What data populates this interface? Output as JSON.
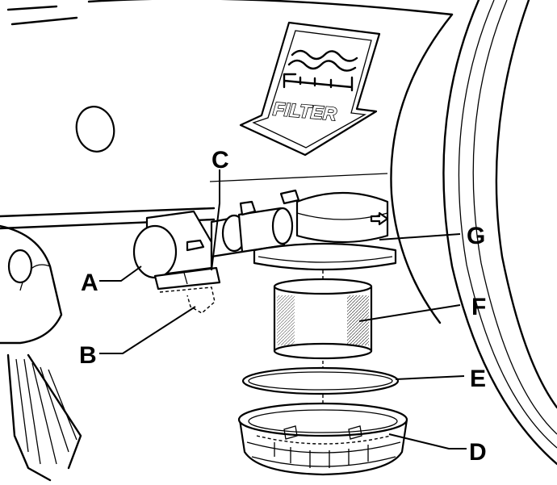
{
  "sign": {
    "text": "FILTER"
  },
  "labels": {
    "a": "A",
    "b": "B",
    "c": "C",
    "d": "D",
    "e": "E",
    "f": "F",
    "g": "G"
  },
  "icons": {
    "sign": "water-filter-arrow-icon",
    "flow": "arrow-right-icon"
  }
}
